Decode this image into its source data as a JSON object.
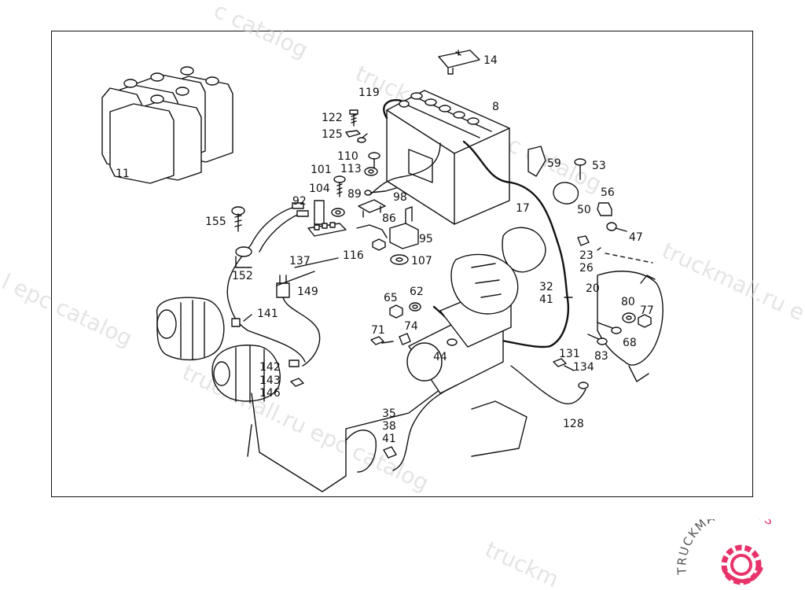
{
  "watermark": {
    "text": "truckmall.ru epc catalog",
    "fragment_top": "c catalog",
    "fragment_left": "l epc catalog",
    "fragment_right": "truckmall.ru e",
    "fragment_mid": "truckmall.ru epc catalog",
    "fragment_bottom": "truckmall.ru epc catalog",
    "fragment_corner": "truckm",
    "color": "#cfcfcf"
  },
  "logo": {
    "text_a": "TRUCKMALL",
    "text_b": "PARTS",
    "color_a": "#555555",
    "color_b": "#e8336a"
  },
  "callouts": {
    "c8": "8",
    "c11": "11",
    "c14": "14",
    "c17": "17",
    "c20": "20",
    "c23": "23",
    "c26": "26",
    "c32": "32",
    "c35": "35",
    "c38": "38",
    "c41a": "41",
    "c41b": "41",
    "c44": "44",
    "c47": "47",
    "c50": "50",
    "c53": "53",
    "c56": "56",
    "c59": "59",
    "c62": "62",
    "c65": "65",
    "c68": "68",
    "c71": "71",
    "c74": "74",
    "c77": "77",
    "c80": "80",
    "c83": "83",
    "c86": "86",
    "c89": "89",
    "c92": "92",
    "c95": "95",
    "c98": "98",
    "c101": "101",
    "c104": "104",
    "c107": "107",
    "c110": "110",
    "c113": "113",
    "c116": "116",
    "c119": "119",
    "c122": "122",
    "c125": "125",
    "c128": "128",
    "c131": "131",
    "c134": "134",
    "c137": "137",
    "c141": "141",
    "c142": "142",
    "c143": "143",
    "c146": "146",
    "c149": "149",
    "c152": "152",
    "c155": "155"
  }
}
